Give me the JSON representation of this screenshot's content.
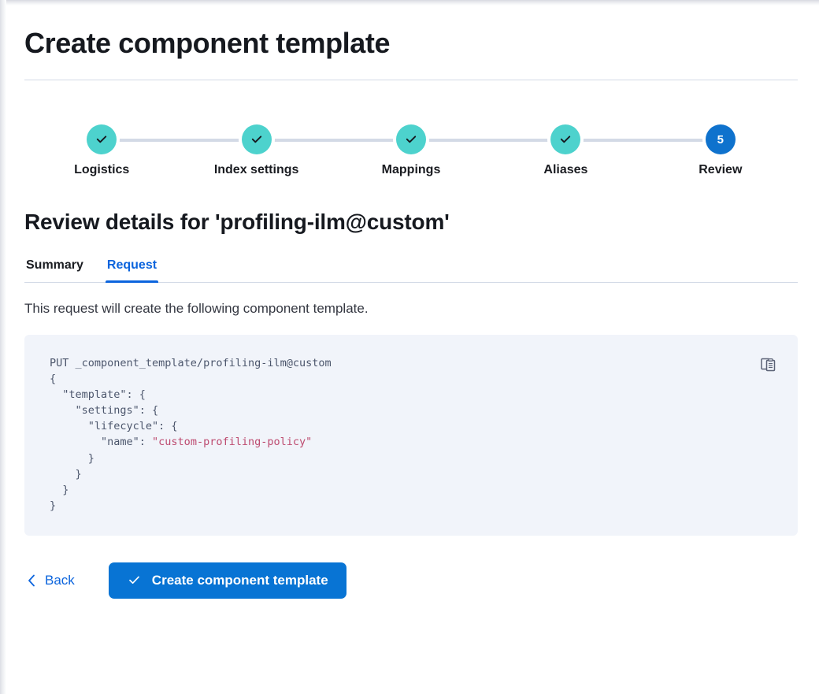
{
  "header": {
    "title": "Create component template"
  },
  "steps": [
    {
      "label": "Logistics",
      "state": "complete",
      "icon": "check-icon"
    },
    {
      "label": "Index settings",
      "state": "complete",
      "icon": "check-icon"
    },
    {
      "label": "Mappings",
      "state": "complete",
      "icon": "check-icon"
    },
    {
      "label": "Aliases",
      "state": "complete",
      "icon": "check-icon"
    },
    {
      "label": "Review",
      "state": "current",
      "number": "5"
    }
  ],
  "review": {
    "section_title": "Review details for 'profiling-ilm@custom'",
    "tabs": [
      {
        "label": "Summary",
        "active": false
      },
      {
        "label": "Request",
        "active": true
      }
    ],
    "description": "This request will create the following component template."
  },
  "code": {
    "request_line": "PUT _component_template/profiling-ilm@custom",
    "line_open_brace": "{",
    "line_template": "  \"template\": {",
    "line_settings": "    \"settings\": {",
    "line_lifecycle": "      \"lifecycle\": {",
    "line_name_key": "        \"name\": ",
    "line_name_value": "\"custom-profiling-policy\"",
    "line_close_1": "      }",
    "line_close_2": "    }",
    "line_close_3": "  }",
    "line_close_4": "}",
    "copy_icon": "copy-clipboard-icon"
  },
  "actions": {
    "back_label": "Back",
    "back_icon": "chevron-left-icon",
    "create_label": "Create component template",
    "create_icon": "check-icon"
  },
  "colors": {
    "accent_blue": "#0874d4",
    "link_blue": "#0b64dd",
    "step_complete": "#4dd2cd",
    "step_current": "#0f72cd",
    "code_bg": "#f1f4fa",
    "code_string": "#bd4a6f",
    "divider": "#d3dae6"
  }
}
